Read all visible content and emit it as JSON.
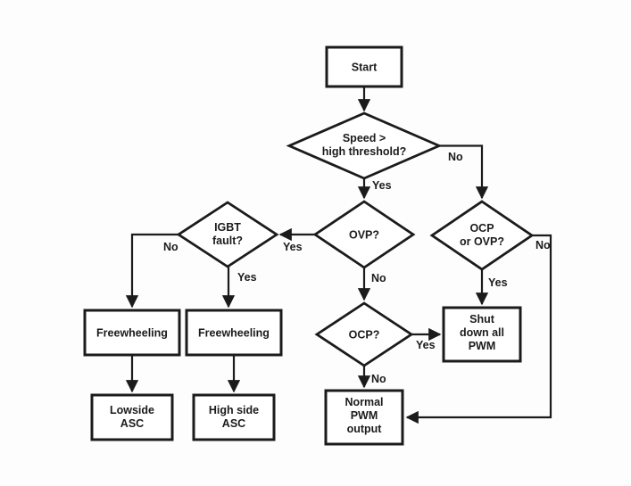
{
  "diagram": {
    "type": "flowchart",
    "colors": {
      "stroke": "#1b1b1b",
      "fill": "#ffffff",
      "text": "#1b1b1b",
      "background": "#fdfdfd"
    },
    "nodes": {
      "start": {
        "lines": [
          "Start"
        ]
      },
      "speed_check": {
        "lines": [
          "Speed >",
          "high threshold?"
        ]
      },
      "ovp_check": {
        "lines": [
          "OVP?"
        ]
      },
      "ocp_or_ovp_check": {
        "lines": [
          "OCP",
          "or OVP?"
        ]
      },
      "igbt_fault_check": {
        "lines": [
          "IGBT",
          "fault?"
        ]
      },
      "freewheeling_left": {
        "lines": [
          "Freewheeling"
        ]
      },
      "freewheeling_right": {
        "lines": [
          "Freewheeling"
        ]
      },
      "ocp_check": {
        "lines": [
          "OCP?"
        ]
      },
      "shutdown_pwm": {
        "lines": [
          "Shut",
          "down all",
          "PWM"
        ]
      },
      "lowside_asc": {
        "lines": [
          "Lowside",
          "ASC"
        ]
      },
      "highside_asc": {
        "lines": [
          "High side",
          "ASC"
        ]
      },
      "normal_pwm": {
        "lines": [
          "Normal",
          "PWM",
          "output"
        ]
      }
    },
    "edge_labels": {
      "speed_no": "No",
      "speed_yes": "Yes",
      "ovp_yes": "Yes",
      "ovp_no": "No",
      "igbt_no": "No",
      "igbt_yes": "Yes",
      "ocp_yes": "Yes",
      "ocp_no": "No",
      "ocpovp_yes": "Yes",
      "ocpovp_no": "No"
    }
  }
}
